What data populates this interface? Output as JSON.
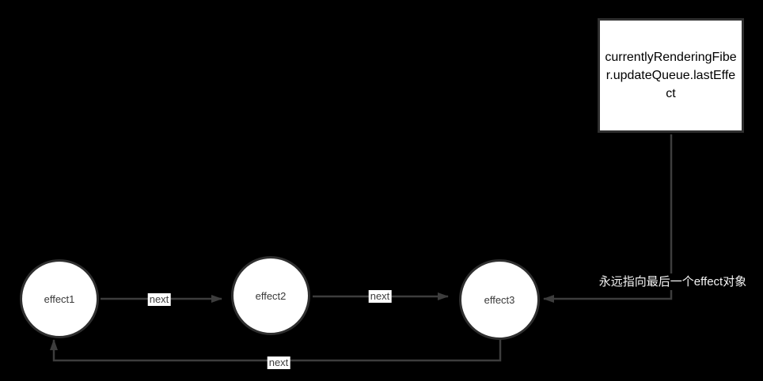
{
  "diagram": {
    "box": {
      "label": "currentlyRenderingFiber.updateQueue.lastEffect"
    },
    "nodes": [
      {
        "label": "effect1"
      },
      {
        "label": "effect2"
      },
      {
        "label": "effect3"
      }
    ],
    "edges": [
      {
        "from": "effect1",
        "to": "effect2",
        "label": "next"
      },
      {
        "from": "effect2",
        "to": "effect3",
        "label": "next"
      },
      {
        "from": "effect3",
        "to": "effect1",
        "label": "next"
      },
      {
        "from": "lastEffect-box",
        "to": "effect3",
        "label": ""
      }
    ],
    "annotation": "永远指向最后一个effect对象",
    "colors": {
      "background": "#000000",
      "connector": "#3d3d3d",
      "node_border": "#2f2f2f",
      "node_fill": "#ffffff",
      "node_text": "#3a3a3a",
      "box_text": "#000000",
      "annotation_text": "#f5f5f5",
      "edge_label_bg": "#ffffff"
    }
  }
}
